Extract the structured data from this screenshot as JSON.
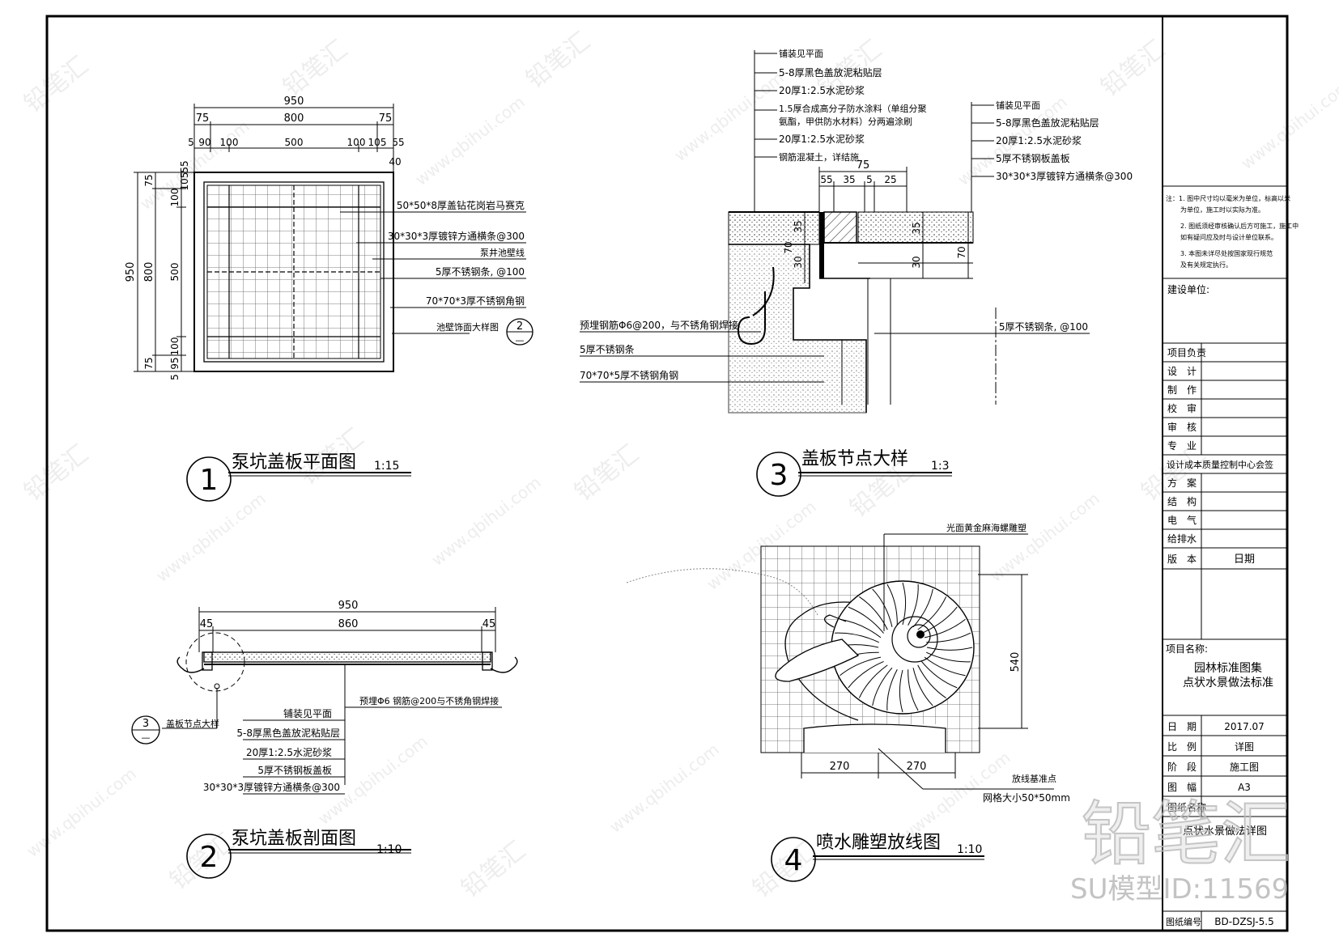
{
  "watermark": {
    "brand": "铅笔汇",
    "url": "www.qbihui.com",
    "big_brand": "铅笔汇",
    "model_id": "SU模型ID:11569"
  },
  "view1": {
    "title": "泵坑盖板平面图",
    "scale": "1:15",
    "number": "1",
    "dims_top": [
      "950",
      "75",
      "800",
      "75",
      "5",
      "90",
      "100",
      "500",
      "100",
      "105",
      "55",
      "40"
    ],
    "dims_left": [
      "950",
      "800",
      "75",
      "100",
      "105",
      "55",
      "500",
      "100",
      "95",
      "75",
      "5"
    ],
    "labels": [
      "50*50*8厚盖钻花岗岩马赛克",
      "30*30*3厚镀锌方通横条@300",
      "泵井池壁线",
      "5厚不锈钢条, @100",
      "70*70*3厚不锈钢角钢",
      "池壁饰面大样图"
    ],
    "callout_top": "2",
    "callout_bottom": "—"
  },
  "view2": {
    "title": "泵坑盖板剖面图",
    "scale": "1:10",
    "number": "2",
    "dims": [
      "950",
      "45",
      "860",
      "45"
    ],
    "callout_label": "盖板节点大样",
    "callout_top": "3",
    "callout_bottom": "—",
    "rebar_note": "预埋Φ6 钢筋@200与不锈角钢焊接",
    "labels": [
      "铺装见平面",
      "5-8厚黑色盖放泥粘贴层",
      "20厚1:2.5水泥砂浆",
      "5厚不锈钢板盖板",
      "30*30*3厚镀锌方通横条@300"
    ]
  },
  "view3": {
    "title": "盖板节点大样",
    "scale": "1:3",
    "number": "3",
    "dims_top": [
      "75",
      "55",
      "35",
      "5",
      "25"
    ],
    "dims_vertical": [
      "35",
      "70",
      "30",
      "35",
      "30",
      "70"
    ],
    "labels_left_top": [
      "铺装见平面",
      "5-8厚黑色盖放泥粘贴层",
      "20厚1:2.5水泥砂浆",
      "1.5厚合成高分子防水涂料（单组分聚",
      "氨酯，甲供防水材料）分两遍涂刷",
      "20厚1:2.5水泥砂浆",
      "钢筋混凝土，详结施"
    ],
    "labels_right_top": [
      "铺装见平面",
      "5-8厚黑色盖放泥粘贴层",
      "20厚1:2.5水泥砂浆",
      "5厚不锈钢板盖板",
      "30*30*3厚镀锌方通横条@300"
    ],
    "labels_left_bottom": [
      "预埋钢筋Φ6@200，与不锈角钢焊接",
      "5厚不锈钢条",
      "70*70*5厚不锈钢角钢"
    ],
    "label_right_bottom": "5厚不锈钢条, @100"
  },
  "view4": {
    "title": "喷水雕塑放线图",
    "scale": "1:10",
    "number": "4",
    "label_top": "光面黄金麻海螺雕塑",
    "dim_height": "540",
    "dims_bottom": [
      "270",
      "270"
    ],
    "label_point": "放线基准点",
    "label_grid": "网格大小50*50mm"
  },
  "title_block": {
    "notes": [
      "注：1. 图中尺寸均以毫米为单位，标高以米",
      "为单位，施工时以实际为准。",
      "2. 图纸须经审核确认后方可施工，施工中",
      "如有疑问应及时与设计单位联系。",
      "3. 本图未详尽处按国家现行规范",
      "及有关规定执行。"
    ],
    "client_label": "建设单位:",
    "rows": [
      {
        "label": "项目负责",
        "value": ""
      },
      {
        "label": "设　计",
        "value": ""
      },
      {
        "label": "制　作",
        "value": ""
      },
      {
        "label": "校　审",
        "value": ""
      },
      {
        "label": "审　核",
        "value": ""
      },
      {
        "label": "专　业",
        "value": ""
      }
    ],
    "section_header": "设计成本质量控制中心会签",
    "rows2": [
      {
        "label": "方　案",
        "value": ""
      },
      {
        "label": "结　构",
        "value": ""
      },
      {
        "label": "电　气",
        "value": ""
      },
      {
        "label": "给排水",
        "value": ""
      }
    ],
    "version_label": "版　本",
    "date_header": "日期",
    "project_label": "项目名称:",
    "project_name_1": "园林标准图集",
    "project_name_2": "点状水景做法标准",
    "info": [
      {
        "label": "日　期",
        "value": "2017.07"
      },
      {
        "label": "比　例",
        "value": "详图"
      },
      {
        "label": "阶　段",
        "value": "施工图"
      },
      {
        "label": "图　幅",
        "value": "A3"
      },
      {
        "label": "图纸名称",
        "value": ""
      }
    ],
    "drawing_name": "点状水景做法详图",
    "drawing_no_label": "图纸编号",
    "drawing_no": "BD-DZSJ-5.5"
  }
}
